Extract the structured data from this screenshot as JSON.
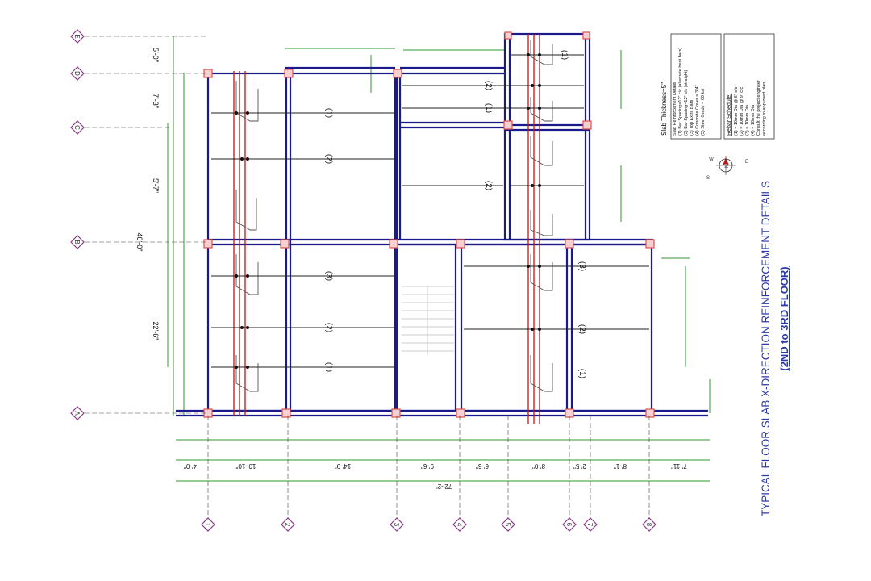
{
  "title": {
    "main": "TYPICAL FLOOR SLAB X-DIRECTION REINFORCEMENT DETAILS",
    "sub": "(2ND to 3RD FLOOR)"
  },
  "colors": {
    "beam": "#1a1a8c",
    "column": "#e05050",
    "rebar": "#d01010",
    "dimension": "#2e9a2e",
    "line": "#222222"
  },
  "grid_rows": [
    "A",
    "B",
    "C",
    "D",
    "E"
  ],
  "grid_cols": [
    "1",
    "2",
    "3",
    "4",
    "5",
    "6",
    "7",
    "8"
  ],
  "vertical_dims": {
    "top": "5'-0\"",
    "upper": "7'-3\"",
    "middle": "5'-7\"",
    "lower": "22'-6\"",
    "total": "40'-0\""
  },
  "horizontal_dims": [
    "4'-0\"",
    "10'-10\"",
    "14'-9\"",
    "9'-6\"",
    "6'-6\"",
    "8'-0\"",
    "2'-5\"",
    "8'-1\"",
    "7'-11\""
  ],
  "horizontal_total": "72'-2\"",
  "bar_marks": {
    "one": "(1)",
    "two": "(2)",
    "three": "(3)"
  },
  "notes": {
    "slab_heading": "Slab Thickness=5\"",
    "slab_lines": [
      "Slab Reinforcement Details",
      "(1) Bar Spacing=12\" c/c (alternate bent bars)",
      "(2) Bar Spacing=12\" c/c (straight)",
      "(3) Top Extra Bars",
      "(4) Concrete Cover = 3/4\"",
      "(5) Steel Grade = 60 ksi"
    ],
    "rebar_heading": "Rebar Schedule:",
    "rebar_lines": [
      "(1) = 10mm Dia @ 6\" c/c",
      "(2) = 10mm Dia @ 9\" c/c",
      "(3) = 10mm Dia",
      "(4) = 10mm Dia",
      "Consult the project engineer",
      "according to approved plan"
    ]
  },
  "north_arrow": {
    "n": "N",
    "e": "E",
    "s": "S",
    "w": "W"
  }
}
